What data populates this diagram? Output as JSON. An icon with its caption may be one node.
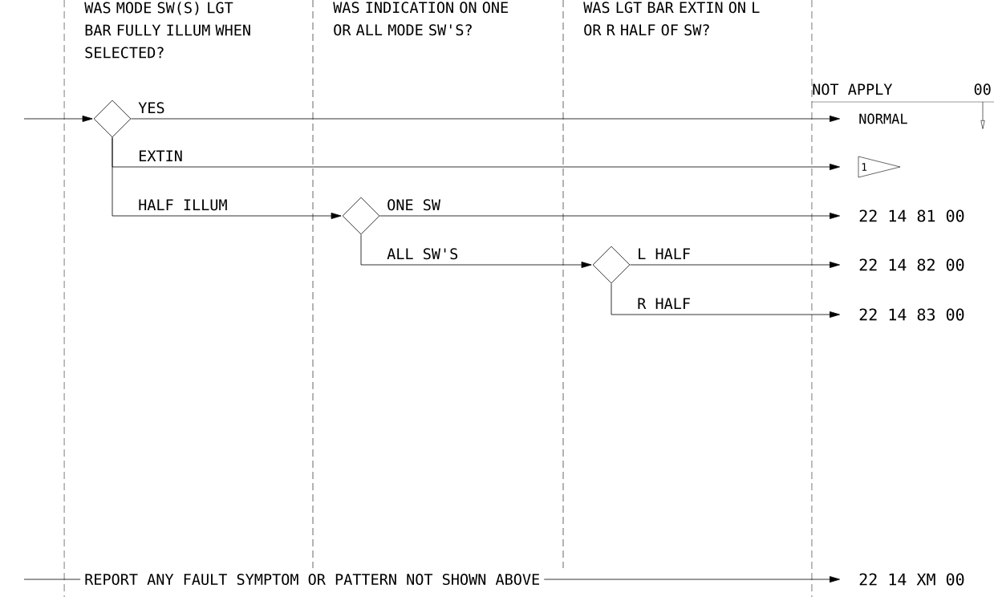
{
  "diagram": {
    "nodes": [
      {
        "text": [],
        "shape": "diamond"
      },
      {
        "text": [],
        "shape": "diamond"
      },
      {
        "text": [],
        "shape": "diamond"
      },
      {
        "text": [
          "NORMAL"
        ]
      },
      {
        "text": [
          "1"
        ]
      },
      {
        "text": [
          "22 14 81 00"
        ]
      },
      {
        "text": [
          "22 14 82 00"
        ]
      },
      {
        "text": [
          "22 14 83 00"
        ]
      },
      {
        "text": [
          "22 14 XM 00"
        ]
      }
    ],
    "edges": [
      {
        "from": null,
        "to": 0,
        "arrow": "to"
      },
      {
        "from": 0,
        "to": 3,
        "arrow": "to",
        "label": "YES"
      },
      {
        "from": 0,
        "to": 4,
        "arrow": "to",
        "label": "EXTIN"
      },
      {
        "from": 0,
        "to": 1,
        "arrow": "to",
        "label": "HALF ILLUM"
      },
      {
        "from": 1,
        "to": 5,
        "arrow": "to",
        "label": "ONE SW"
      },
      {
        "from": 1,
        "to": 2,
        "arrow": "to",
        "label": "ALL SW'S"
      },
      {
        "from": 2,
        "to": 6,
        "arrow": "to",
        "label": "L HALF"
      },
      {
        "from": 2,
        "to": 7,
        "arrow": "to",
        "label": "R HALF"
      },
      {
        "from": null,
        "to": 8,
        "arrow": "to",
        "label": "REPORT ANY FAULT SYMPTOM OR PATTERN NOT SHOWN ABOVE"
      }
    ],
    "labels": [
      "WAS MODE SW(S) LGT BAR FULLY ILLUM WHEN SELECTED?",
      "WAS INDICATION ON ONE OR ALL MODE SW'S?",
      "WAS LGT BAR EXTIN ON L OR R HALF OF SW?",
      "NOT APPLY",
      "00"
    ]
  }
}
